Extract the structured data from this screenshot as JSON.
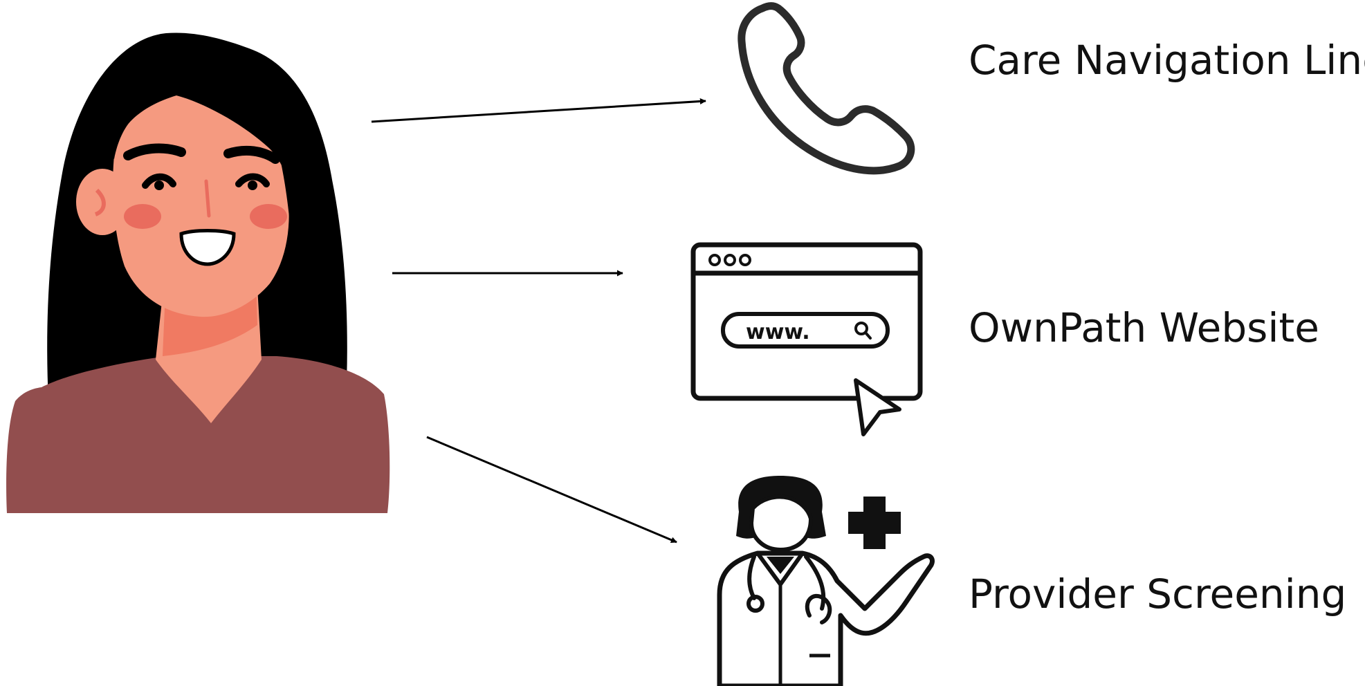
{
  "diagram": {
    "actor": "woman-avatar-icon",
    "channels": [
      {
        "label": "Care Navigation Line",
        "icon": "phone-icon"
      },
      {
        "label": "OwnPath Website",
        "icon": "browser-window-icon",
        "url_text": "www."
      },
      {
        "label": "Provider Screening",
        "icon": "doctor-icon"
      }
    ]
  },
  "colors": {
    "hair": "#000000",
    "skin": "#F59A80",
    "skin_shadow": "#F07A62",
    "cheek": "#E96C5E",
    "shirt": "#924E4E",
    "icon_stroke": "#111111",
    "arrow": "#000000"
  }
}
